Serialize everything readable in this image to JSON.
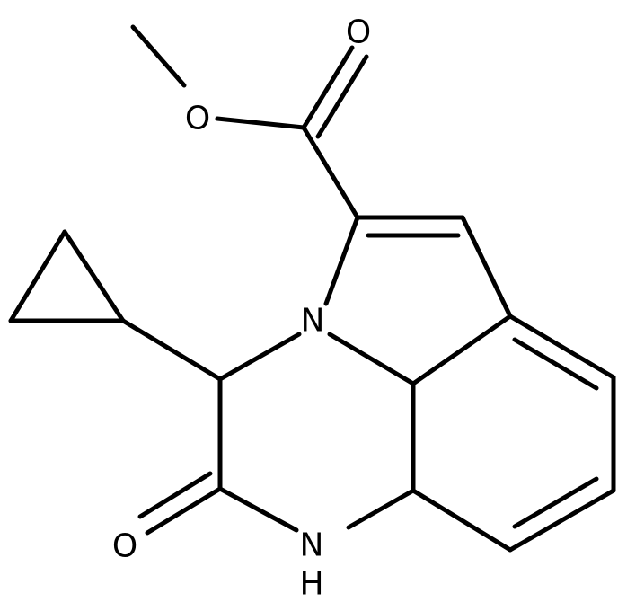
{
  "molecule": {
    "atoms": {
      "o_carbonyl_ester": "O",
      "o_methoxy": "O",
      "n_ring": "N",
      "o_lactam": "O",
      "nh": "N",
      "h": "H"
    },
    "colors": {
      "bond": "#000000",
      "label": "#000000",
      "background": "#ffffff"
    }
  }
}
